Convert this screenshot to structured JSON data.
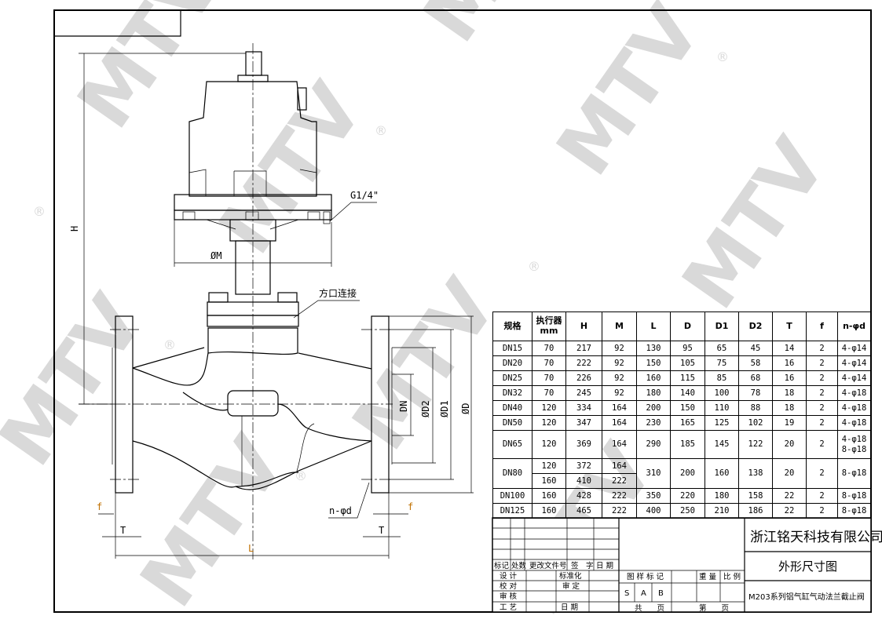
{
  "watermark": {
    "text": "MTV",
    "registered": "®"
  },
  "drawing": {
    "labels": {
      "H": "H",
      "M": "ØM",
      "L": "L",
      "T_left": "T",
      "T_right": "T",
      "f_left": "f",
      "f_right": "f",
      "DN": "DN",
      "D2": "ØD2",
      "D1": "ØD1",
      "D": "ØD",
      "port": "G1/4\"",
      "square_conn": "方口连接",
      "bolt_holes": "n-φd"
    }
  },
  "spec_table": {
    "headers": [
      "规格",
      "执行器\nmm",
      "H",
      "M",
      "L",
      "D",
      "D1",
      "D2",
      "T",
      "f",
      "n-φd"
    ],
    "rows": [
      {
        "size": "DN15",
        "act": "70",
        "H": "217",
        "M": "92",
        "L": "130",
        "D": "95",
        "D1": "65",
        "D2": "45",
        "T": "14",
        "f": "2",
        "nd": "4-φ14"
      },
      {
        "size": "DN20",
        "act": "70",
        "H": "222",
        "M": "92",
        "L": "150",
        "D": "105",
        "D1": "75",
        "D2": "58",
        "T": "16",
        "f": "2",
        "nd": "4-φ14"
      },
      {
        "size": "DN25",
        "act": "70",
        "H": "226",
        "M": "92",
        "L": "160",
        "D": "115",
        "D1": "85",
        "D2": "68",
        "T": "16",
        "f": "2",
        "nd": "4-φ14"
      },
      {
        "size": "DN32",
        "act": "70",
        "H": "245",
        "M": "92",
        "L": "180",
        "D": "140",
        "D1": "100",
        "D2": "78",
        "T": "18",
        "f": "2",
        "nd": "4-φ18"
      },
      {
        "size": "DN40",
        "act": "120",
        "H": "334",
        "M": "164",
        "L": "200",
        "D": "150",
        "D1": "110",
        "D2": "88",
        "T": "18",
        "f": "2",
        "nd": "4-φ18"
      },
      {
        "size": "DN50",
        "act": "120",
        "H": "347",
        "M": "164",
        "L": "230",
        "D": "165",
        "D1": "125",
        "D2": "102",
        "T": "19",
        "f": "2",
        "nd": "4-φ18"
      },
      {
        "size": "DN65",
        "act": "120",
        "H": "369",
        "M": "164",
        "L": "290",
        "D": "185",
        "D1": "145",
        "D2": "122",
        "T": "20",
        "f": "2",
        "nd": "4-φ18\n8-φ18"
      },
      {
        "size": "DN80",
        "act": [
          "120",
          "160"
        ],
        "H": [
          "372",
          "410"
        ],
        "M": [
          "164",
          "222"
        ],
        "L": "310",
        "D": "200",
        "D1": "160",
        "D2": "138",
        "T": "20",
        "f": "2",
        "nd": "8-φ18"
      },
      {
        "size": "DN100",
        "act": "160",
        "H": "428",
        "M": "222",
        "L": "350",
        "D": "220",
        "D1": "180",
        "D2": "158",
        "T": "22",
        "f": "2",
        "nd": "8-φ18"
      },
      {
        "size": "DN125",
        "act": "160",
        "H": "465",
        "M": "222",
        "L": "400",
        "D": "250",
        "D1": "210",
        "D2": "186",
        "T": "22",
        "f": "2",
        "nd": "8-φ18"
      }
    ]
  },
  "title_block": {
    "company": "浙江铭天科技有限公司",
    "drawing_title": "外形尺寸图",
    "product": "M203系列铝气缸气动法兰截止阀",
    "rev_headers": [
      "标记",
      "处数",
      "更改文件号",
      "签　字",
      "日 期"
    ],
    "design": "设 计",
    "check": "校 对",
    "review": "审 核",
    "process": "工 艺",
    "standardize": "标准化",
    "approve": "审 定",
    "date": "日 期",
    "sample_mark": "图 样 标 记",
    "weight": "重 量",
    "scale": "比 例",
    "marks": [
      "S",
      "A",
      "B"
    ],
    "total_pages": "共　　页",
    "page_no": "第　　页"
  }
}
